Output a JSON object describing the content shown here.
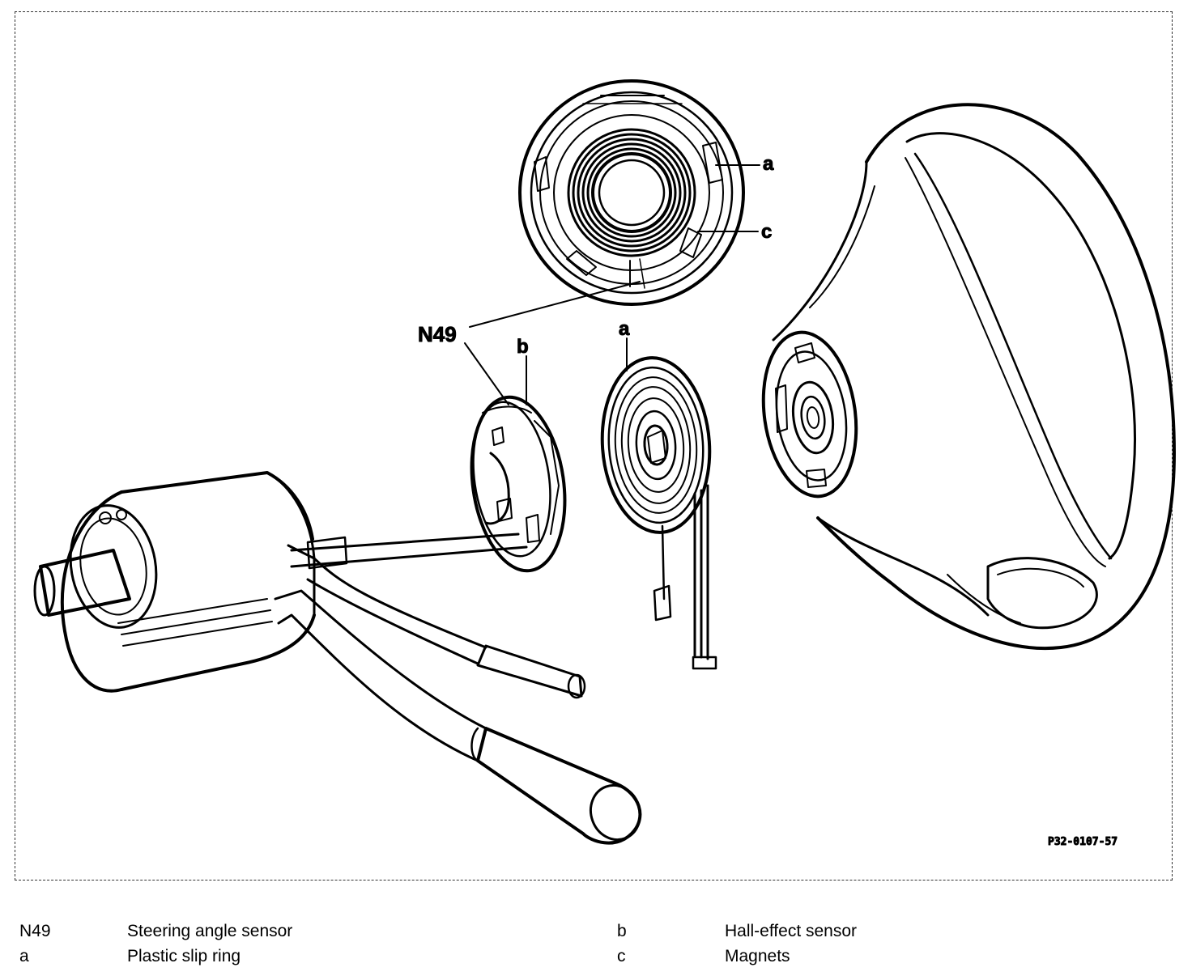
{
  "figure": {
    "code": "P32-0107-57",
    "callouts": {
      "a_top": "a",
      "c_top": "c",
      "n49": "N49",
      "b": "b",
      "a_mid": "a"
    }
  },
  "legend": [
    {
      "code": "N49",
      "description": "Steering angle sensor"
    },
    {
      "code": "a",
      "description": "Plastic slip ring"
    },
    {
      "code": "b",
      "description": "Hall-effect sensor"
    },
    {
      "code": "c",
      "description": "Magnets"
    }
  ]
}
